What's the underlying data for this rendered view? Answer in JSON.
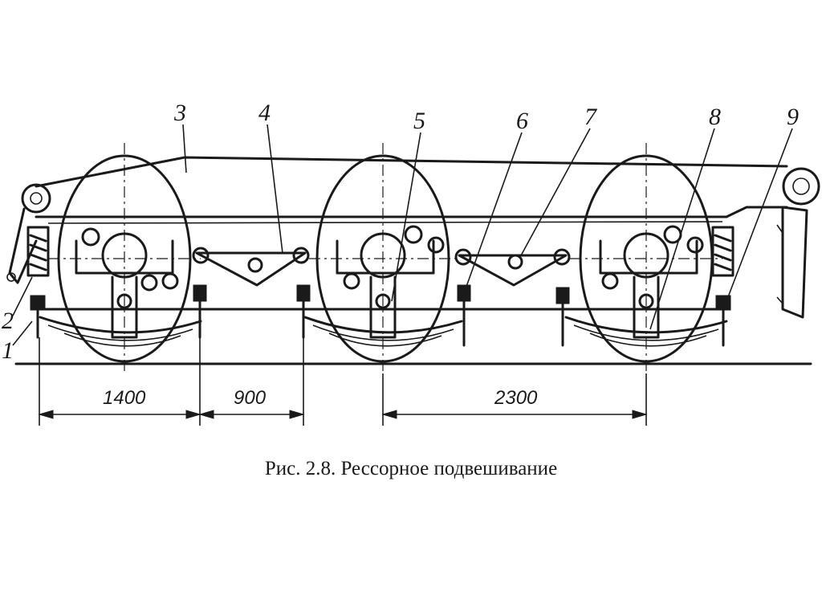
{
  "figure": {
    "caption": "Рис. 2.8. Рессорное подвешивание",
    "callouts": [
      "1",
      "2",
      "3",
      "4",
      "5",
      "6",
      "7",
      "8",
      "9"
    ],
    "dimensions": [
      "1400",
      "900",
      "2300"
    ]
  }
}
